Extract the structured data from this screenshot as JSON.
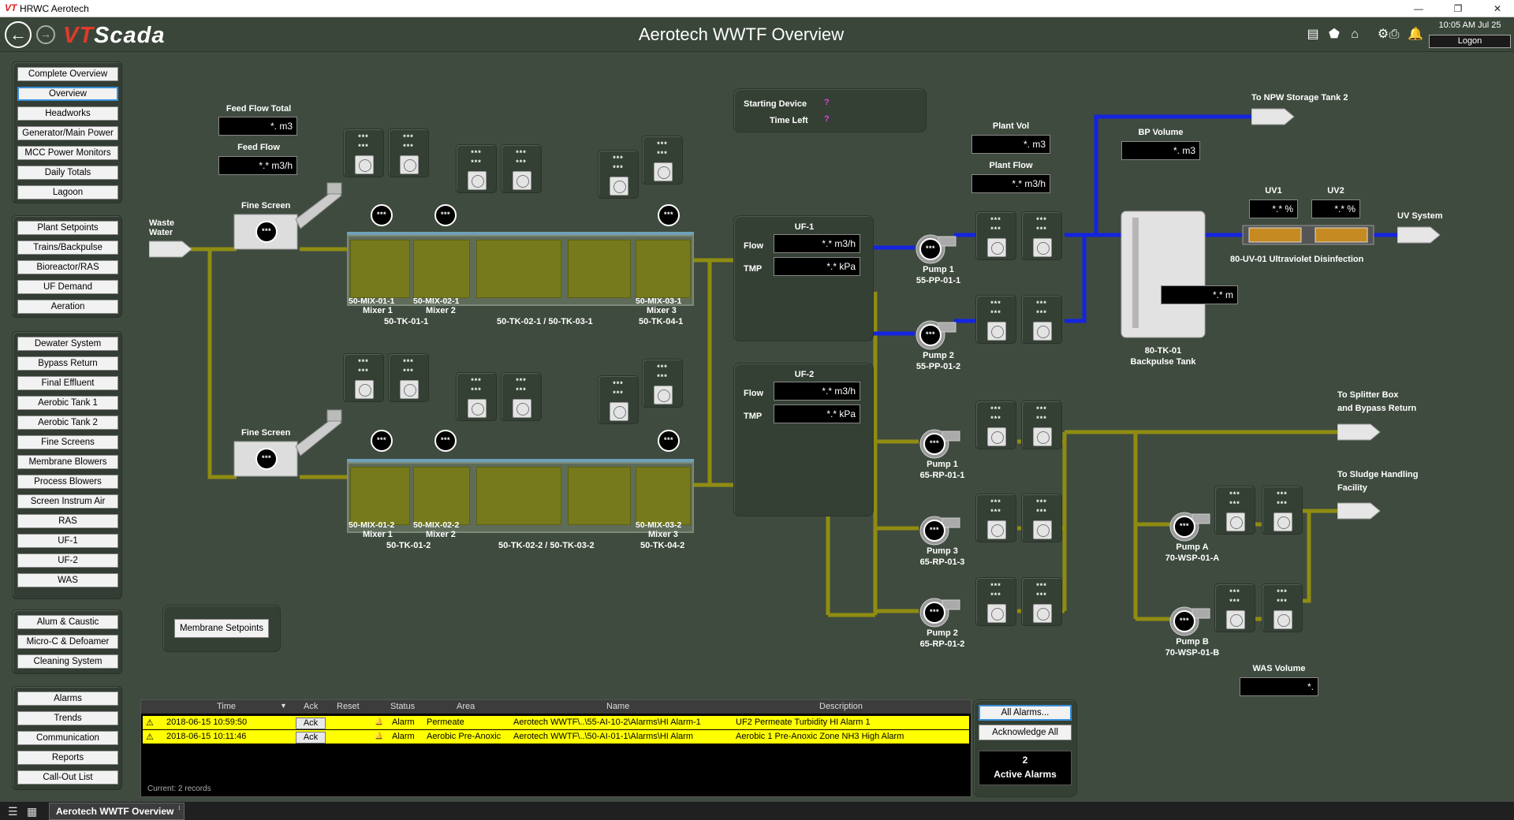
{
  "window": {
    "logo_text": "VT",
    "title": "HRWC Aerotech",
    "minimize": "—",
    "restore": "❐",
    "close": "✕"
  },
  "header": {
    "back_icon": "←",
    "forward_icon": "→",
    "logo_a": "VT",
    "logo_b": "Scada",
    "page_title": "Aerotech WWTF Overview",
    "icons": {
      "report": "▤",
      "tag": "⬟",
      "home": "⌂",
      "gear": "⚙",
      "print": "⎙",
      "alarm": "🔔"
    },
    "clock": "10:05 AM  Jul 25",
    "logon": "Logon"
  },
  "sidebar": {
    "group1": [
      "Complete Overview",
      "Overview",
      "Headworks",
      "Generator/Main Power",
      "MCC Power Monitors",
      "Daily Totals",
      "Lagoon"
    ],
    "group2": [
      "Plant Setpoints",
      "Trains/Backpulse",
      "Bioreactor/RAS",
      "UF Demand",
      "Aeration"
    ],
    "group3": [
      "Dewater System",
      "Bypass Return",
      "Final Effluent",
      "Aerobic Tank 1",
      "Aerobic Tank 2",
      "Fine Screens",
      "Membrane Blowers",
      "Process Blowers",
      "Screen Instrum Air",
      "RAS",
      "UF-1",
      "UF-2",
      "WAS"
    ],
    "group4": [
      "Alum & Caustic",
      "Micro-C & Defoamer",
      "Cleaning System"
    ],
    "group5": [
      "Alarms",
      "Trends",
      "Communication",
      "Reports",
      "Call-Out List"
    ]
  },
  "process": {
    "star3": "***",
    "feed_flow_total_label": "Feed Flow Total",
    "feed_flow_total": "*.  m3",
    "feed_flow_label": "Feed Flow",
    "feed_flow": "*.* m3/h",
    "waste_water": "Waste\nWater",
    "fine_screen": "Fine Screen",
    "train1": {
      "mix1": "50-MIX-01-1",
      "mix2": "50-MIX-02-1",
      "mix3": "50-MIX-03-1",
      "mixer1": "Mixer 1",
      "mixer2": "Mixer 2",
      "mixer3": "Mixer 3",
      "tk1": "50-TK-01-1",
      "tk23": "50-TK-02-1 / 50-TK-03-1",
      "tk4": "50-TK-04-1"
    },
    "train2": {
      "mix1": "50-MIX-01-2",
      "mix2": "50-MIX-02-2",
      "mix3": "50-MIX-03-2",
      "mixer1": "Mixer 1",
      "mixer2": "Mixer 2",
      "mixer3": "Mixer 3",
      "tk1": "50-TK-01-2",
      "tk23": "50-TK-02-2 / 50-TK-03-2",
      "tk4": "50-TK-04-2"
    },
    "starting_device_label": "Starting Device",
    "starting_device": "?",
    "time_left_label": "Time Left",
    "time_left": "?",
    "uf1": {
      "title": "UF-1",
      "flow_label": "Flow",
      "flow": "*.* m3/h",
      "tmp_label": "TMP",
      "tmp": "*.* kPa"
    },
    "uf2": {
      "title": "UF-2",
      "flow_label": "Flow",
      "flow": "*.* m3/h",
      "tmp_label": "TMP",
      "tmp": "*.* kPa"
    },
    "plant_vol_label": "Plant Vol",
    "plant_vol": "*.  m3",
    "plant_flow_label": "Plant Flow",
    "plant_flow": "*.*  m3/h",
    "bp_volume_label": "BP Volume",
    "bp_volume": "*.  m3",
    "to_npw": "To NPW Storage Tank 2",
    "uv1_label": "UV1",
    "uv1": "*.* %",
    "uv2_label": "UV2",
    "uv2": "*.* %",
    "uv_system": "UV System",
    "uv_caption": "80-UV-01 Ultraviolet Disinfection",
    "tank_level": "*.* m",
    "tank_id": "80-TK-01",
    "tank_name": "Backpulse Tank",
    "pp1": {
      "name": "Pump 1",
      "tag": "55-PP-01-1"
    },
    "pp2": {
      "name": "Pump 2",
      "tag": "55-PP-01-2"
    },
    "rp1": {
      "name": "Pump 1",
      "tag": "65-RP-01-1"
    },
    "rp3": {
      "name": "Pump 3",
      "tag": "65-RP-01-3"
    },
    "rp2": {
      "name": "Pump 2",
      "tag": "65-RP-01-2"
    },
    "wspa": {
      "name": "Pump A",
      "tag": "70-WSP-01-A"
    },
    "wspb": {
      "name": "Pump B",
      "tag": "70-WSP-01-B"
    },
    "to_splitter": "To Splitter Box\nand Bypass Return",
    "to_sludge": "To Sludge Handling\nFacility",
    "was_volume_label": "WAS Volume",
    "was_volume": "*.",
    "membrane_setpoints": "Membrane Setpoints"
  },
  "alarms": {
    "headers": {
      "time": "Time",
      "ack": "Ack",
      "reset": "Reset",
      "status": "Status",
      "area": "Area",
      "name": "Name",
      "description": "Description"
    },
    "sort_icon": "▼",
    "rows": [
      {
        "icon": "⚠",
        "time": "2018-06-15  10:59:50",
        "ack": "Ack",
        "bell": "🔔",
        "status": "Alarm",
        "area": "Permeate",
        "name": "Aerotech WWTF\\..\\55-AI-10-2\\Alarms\\HI Alarm-1",
        "description": "UF2 Permeate Turbidity HI Alarm 1"
      },
      {
        "icon": "⚠",
        "time": "2018-06-15  10:11:46",
        "ack": "Ack",
        "bell": "🔔",
        "status": "Alarm",
        "area": "Aerobic Pre-Anoxic",
        "name": "Aerotech WWTF\\..\\50-AI-01-1\\Alarms\\HI Alarm",
        "description": "Aerobic 1 Pre-Anoxic Zone NH3 High Alarm"
      }
    ],
    "footer": "Current: 2 records",
    "all_alarms": "All Alarms...",
    "ack_all": "Acknowledge All",
    "active_count": "2",
    "active_label": "Active Alarms"
  },
  "taskbar": {
    "menu_icon": "☰",
    "grid_icon": "▦",
    "tab": "Aerotech WWTF Overview",
    "pin": "↕"
  },
  "colors": {
    "background": "#3f4b3f",
    "pipe_yellow": "#8f8c12",
    "pipe_blue": "#1424e0",
    "alarm_row": "#ffff00"
  }
}
